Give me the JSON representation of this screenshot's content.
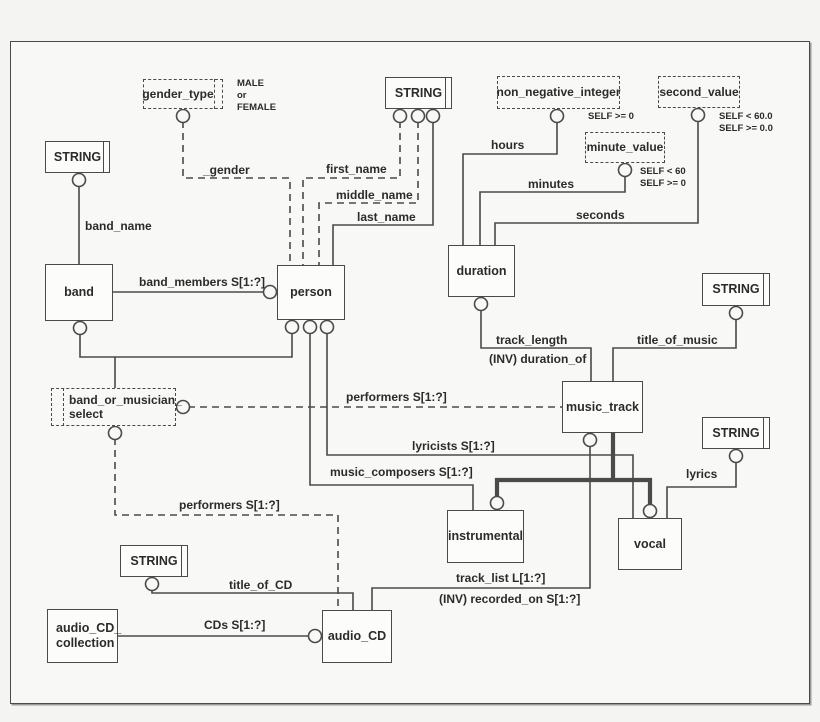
{
  "nodes": {
    "string_band_name": {
      "label": "STRING"
    },
    "gender_type": {
      "label": "gender_type",
      "note": "MALE\nor\nFEMALE"
    },
    "string_person_names": {
      "label": "STRING"
    },
    "non_negative_integer": {
      "label": "non_negative_integer",
      "note": "SELF >= 0"
    },
    "second_value": {
      "label": "second_value",
      "note": "SELF < 60.0\nSELF >= 0.0"
    },
    "minute_value": {
      "label": "minute_value",
      "note": "SELF < 60\nSELF >= 0"
    },
    "band": {
      "label": "band"
    },
    "person": {
      "label": "person"
    },
    "duration": {
      "label": "duration"
    },
    "string_title_of_music": {
      "label": "STRING"
    },
    "music_track": {
      "label": "music_track"
    },
    "band_or_musician_select": {
      "label": "band_or_musician_\nselect"
    },
    "string_lyrics": {
      "label": "STRING"
    },
    "instrumental": {
      "label": "instrumental"
    },
    "vocal": {
      "label": "vocal"
    },
    "string_title_of_cd": {
      "label": "STRING"
    },
    "audio_cd_collection": {
      "label": "audio_CD_\ncollection"
    },
    "audio_cd": {
      "label": "audio_CD"
    }
  },
  "edge_labels": {
    "band_name": "band_name",
    "gender": "_gender",
    "first_name": "first_name",
    "middle_name": "middle_name",
    "last_name": "last_name",
    "hours": "hours",
    "minutes": "minutes",
    "seconds": "seconds",
    "band_members": "band_members S[1:?]",
    "track_length": "track_length",
    "duration_of_inv": "(INV) duration_of",
    "title_of_music": "title_of_music",
    "performers_track": "performers S[1:?]",
    "lyricists": "lyricists S[1:?]",
    "music_composers": "music_composers S[1:?]",
    "lyrics": "lyrics",
    "performers_cd": "performers S[1:?]",
    "title_of_cd": "title_of_CD",
    "cds": "CDs S[1:?]",
    "track_list": "track_list L[1:?]",
    "recorded_on_inv": "(INV) recorded_on S[1:?]"
  }
}
